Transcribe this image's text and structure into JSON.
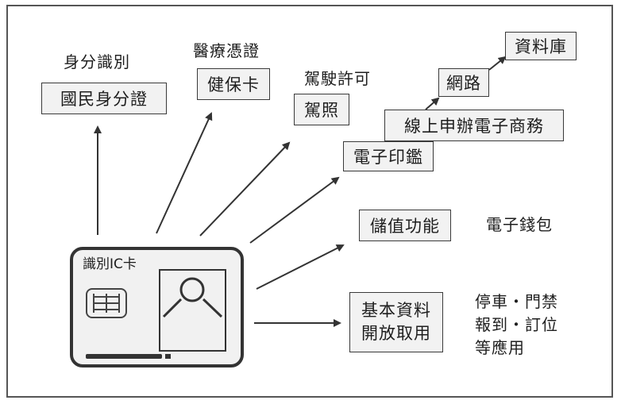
{
  "labels": {
    "identity": "身分識別",
    "medical": "醫療憑證",
    "driving": "駕駛許可",
    "ewallet": "電子錢包",
    "uses": [
      "停車・門禁",
      "報到・訂位",
      "等應用"
    ]
  },
  "boxes": {
    "national_id": "國民身分證",
    "health_card": "健保卡",
    "license": "駕照",
    "e_seal": "電子印鑑",
    "online_services": "線上申辦電子商務",
    "network": "網路",
    "database": "資料庫",
    "stored_value": "儲值功能",
    "basic_data": [
      "基本資料",
      "開放取用"
    ]
  },
  "card": {
    "title": "識別IC卡"
  }
}
